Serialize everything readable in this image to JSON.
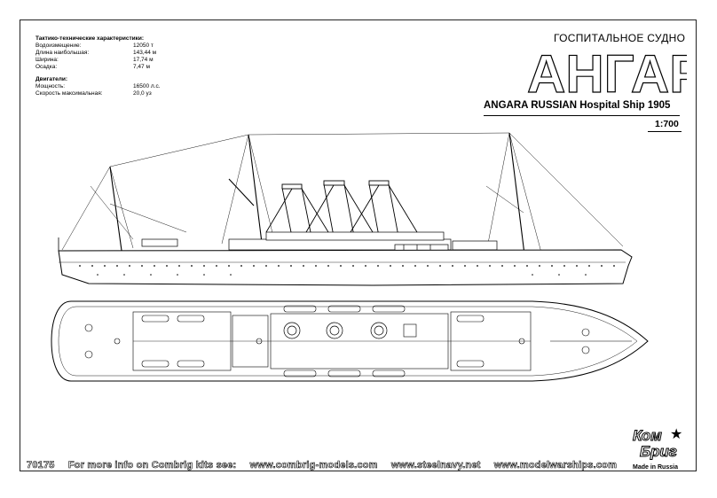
{
  "specs": {
    "header": "Тактико-технические характеристики:",
    "rows": [
      {
        "label": "Водоизмещение:",
        "value": "12050 т"
      },
      {
        "label": "Длина наибольшая:",
        "value": "143,44 м"
      },
      {
        "label": "Ширина:",
        "value": "17,74 м"
      },
      {
        "label": "Осадка:",
        "value": "7,47 м"
      }
    ],
    "engine_header": "Двигатели:",
    "engine_rows": [
      {
        "label": "Мощность:",
        "value": "16500 л.с."
      },
      {
        "label": "Скорость максимальная:",
        "value": "20,0 уз"
      }
    ]
  },
  "title": {
    "subtitle": "ГОСПИТАЛЬНОЕ СУДНО",
    "name": "АНГАРА",
    "english": "ANGARA RUSSIAN Hospital Ship 1905",
    "scale": "1:700"
  },
  "footer": {
    "kit_number": "70175",
    "info": "For more info on Combrig kits see:",
    "site1": "www.combrig-models.com",
    "site2": "www.steelnavy.net",
    "site3": "www.modelwarships.com"
  },
  "logo": {
    "line1": "Ком",
    "line2": "Бриг",
    "made_in": "Made in Russia",
    "icon": "star-icon"
  }
}
